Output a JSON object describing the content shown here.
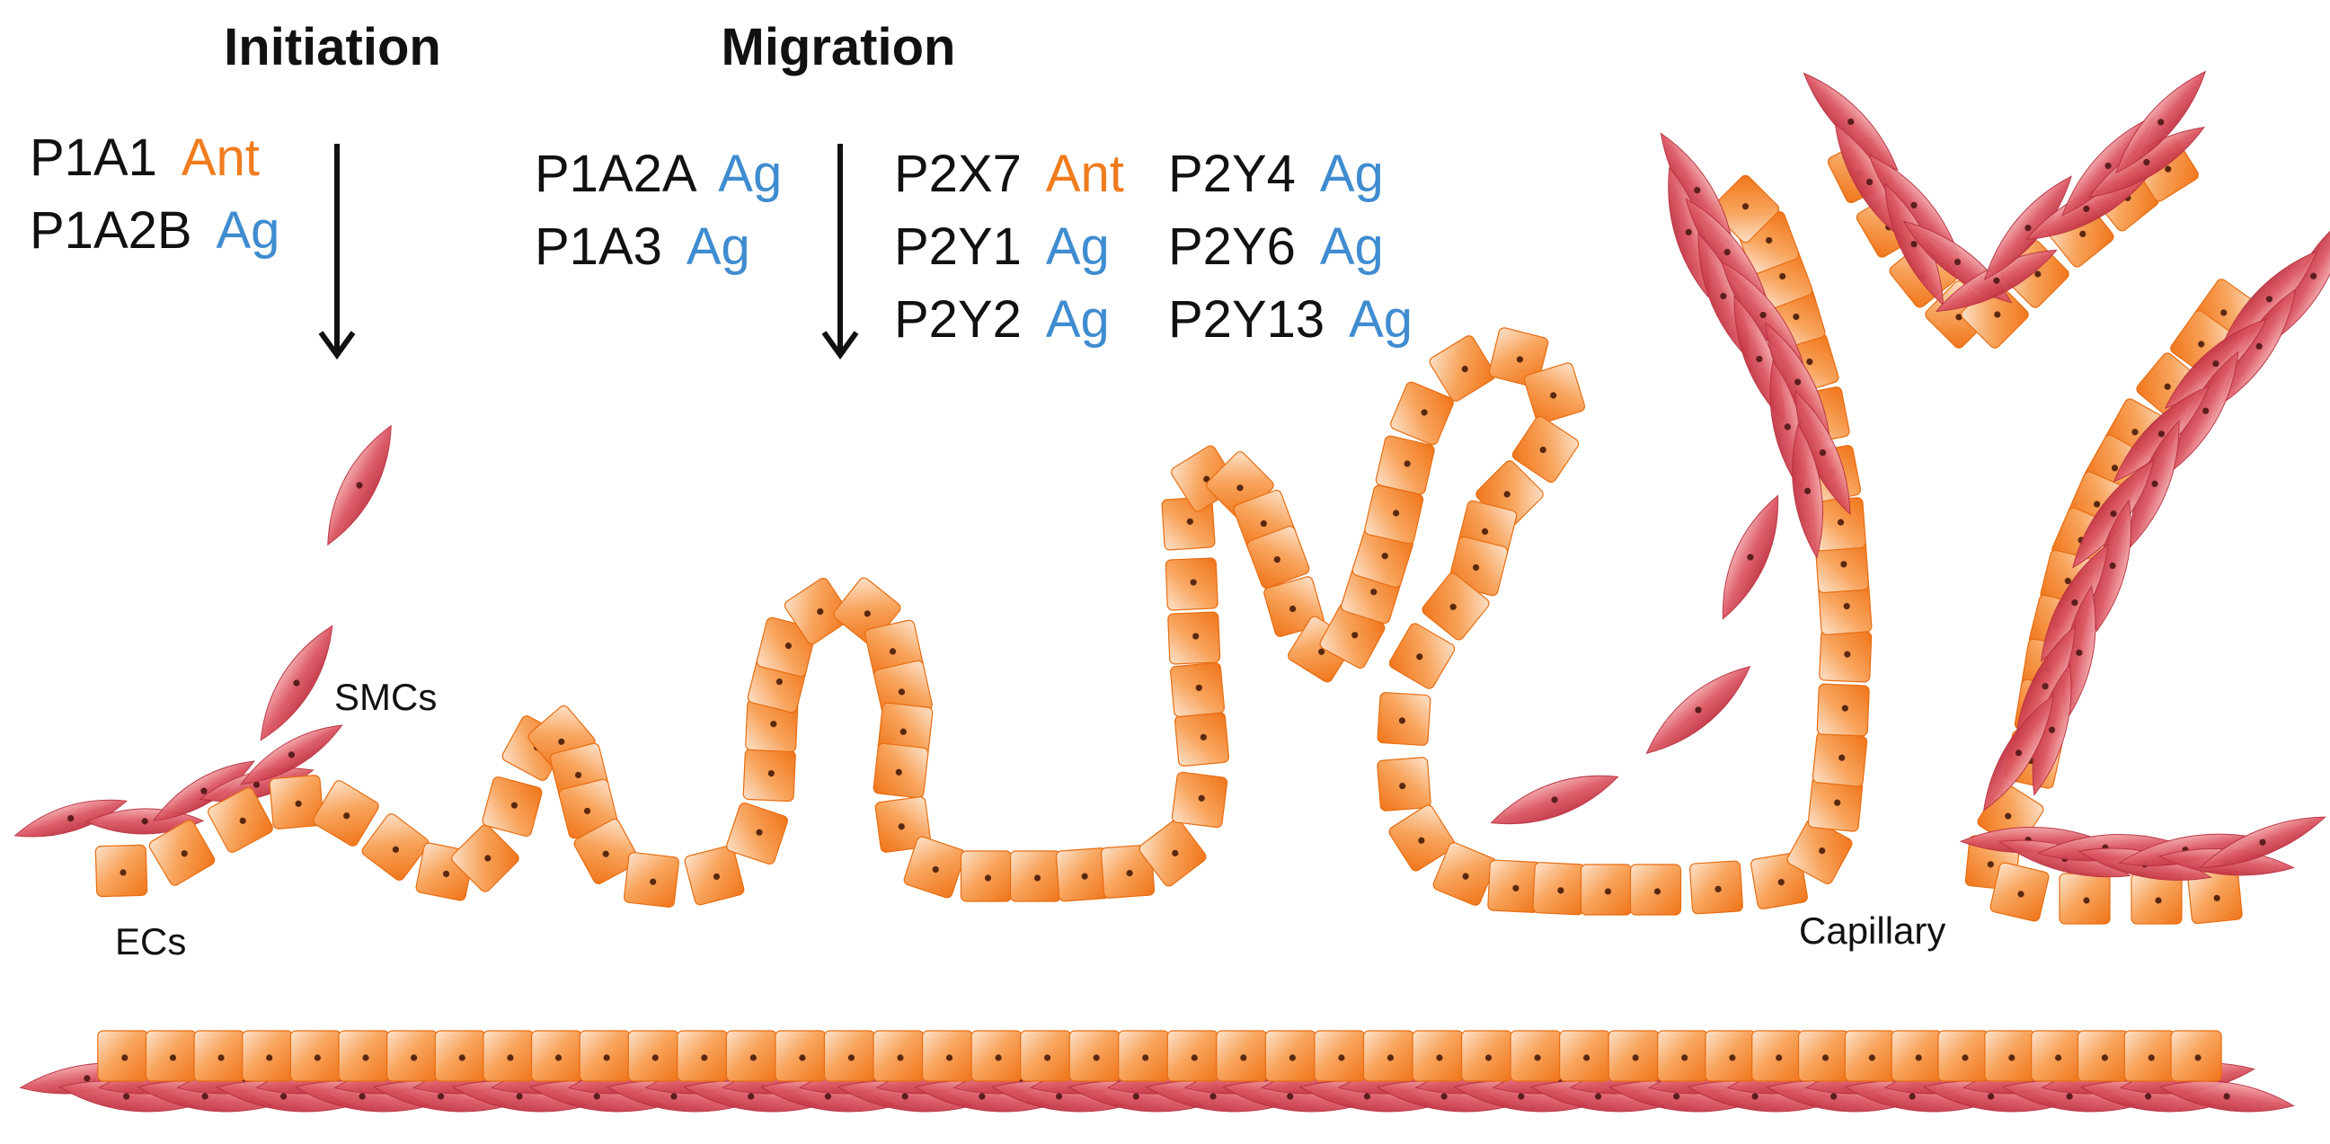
{
  "stages": {
    "initiation": "Initiation",
    "migration": "Migration"
  },
  "initiation_receptors": [
    {
      "name": "P1A1",
      "effect": "Ant"
    },
    {
      "name": "P1A2B",
      "effect": "Ag"
    }
  ],
  "migration_receptors_col1": [
    {
      "name": "P1A2A",
      "effect": "Ag"
    },
    {
      "name": "P1A3",
      "effect": "Ag"
    }
  ],
  "migration_receptors_col2": [
    {
      "name": "P2X7",
      "effect": "Ant"
    },
    {
      "name": "P2Y1",
      "effect": "Ag"
    },
    {
      "name": "P2Y2",
      "effect": "Ag"
    }
  ],
  "migration_receptors_col3": [
    {
      "name": "P2Y4",
      "effect": "Ag"
    },
    {
      "name": "P2Y6",
      "effect": "Ag"
    },
    {
      "name": "P2Y13",
      "effect": "Ag"
    }
  ],
  "labels": {
    "smcs": "SMCs",
    "ecs": "ECs",
    "capillary": "Capillary"
  },
  "colors": {
    "antagonist": "#F07C1E",
    "agonist": "#3F8CD0",
    "endothelial_cell": "#F58A36",
    "smooth_muscle_cell": "#D9525E",
    "text": "#111111"
  }
}
